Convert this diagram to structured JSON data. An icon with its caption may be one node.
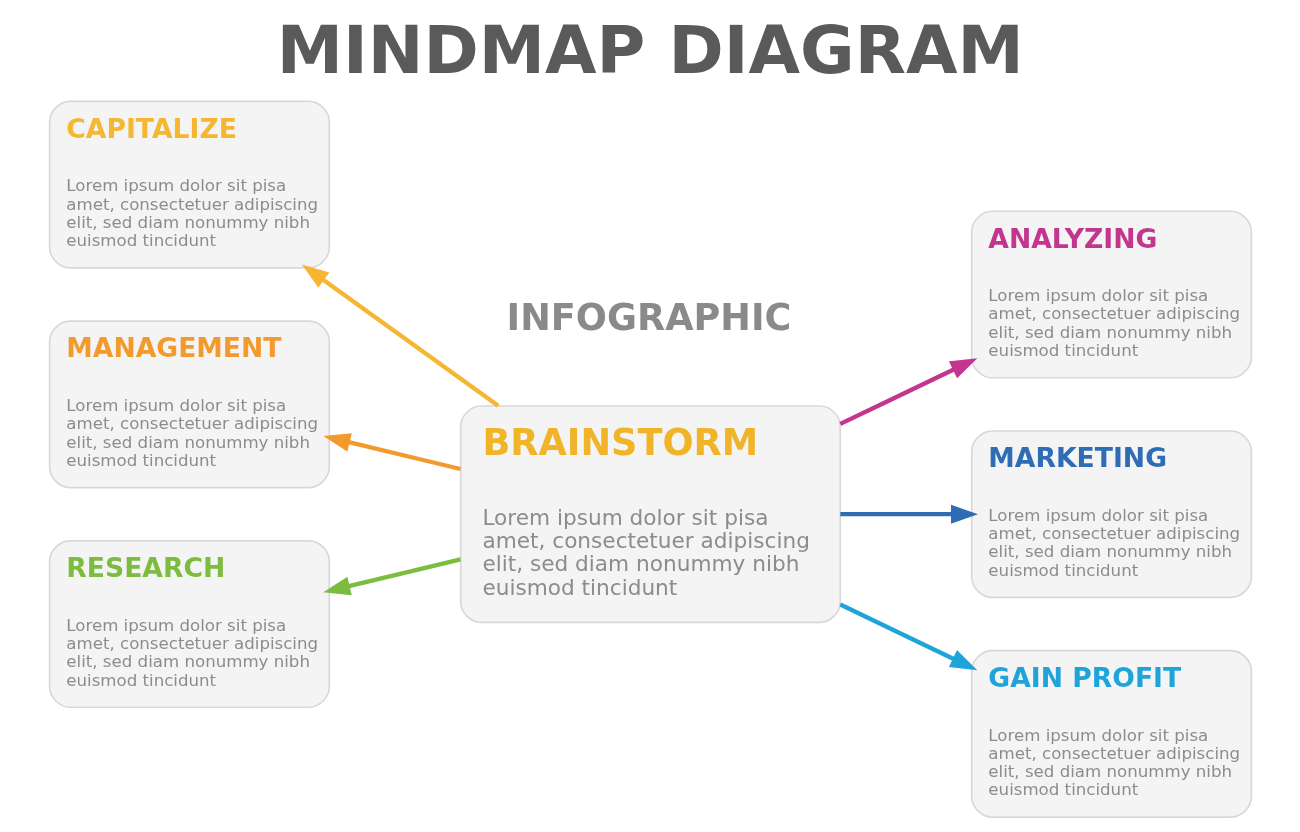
{
  "diagram": {
    "title": "MINDMAP DIAGRAM",
    "nodes": [
      {
        "text": [
          "CAPITALIZE",
          "Lorem ipsum dolor sit pisa amet, consectetuer adipiscing elit, sed diam nonummy nibh euismod tincidunt"
        ]
      },
      {
        "text": [
          "ANALYZING",
          "Lorem ipsum dolor sit pisa amet, consectetuer adipiscing elit, sed diam nonummy nibh euismod tincidunt"
        ]
      },
      {
        "text": [
          "MANAGEMENT",
          "Lorem ipsum dolor sit pisa amet, consectetuer adipiscing elit, sed diam nonummy nibh euismod tincidunt"
        ]
      },
      {
        "text": [
          "BRAINSTORM",
          "Lorem ipsum dolor sit pisa amet, consectetuer adipiscing elit, sed diam nonummy nibh euismod tincidunt"
        ]
      },
      {
        "text": [
          "MARKETING",
          "Lorem ipsum dolor sit pisa amet, consectetuer adipiscing elit, sed diam nonummy nibh euismod tincidunt"
        ]
      },
      {
        "text": [
          "RESEARCH",
          "Lorem ipsum dolor sit pisa amet, consectetuer adipiscing elit, sed diam nonummy nibh euismod tincidunt"
        ]
      },
      {
        "text": [
          "GAIN PROFIT",
          "Lorem ipsum dolor sit pisa amet, consectetuer adipiscing elit, sed diam nonummy nibh euismod tincidunt"
        ]
      }
    ],
    "edges": [
      {
        "from": 3,
        "to": 0,
        "arrow": "to",
        "color": "#f5b731"
      },
      {
        "from": 3,
        "to": 1,
        "arrow": "to",
        "color": "#c2368e"
      },
      {
        "from": 3,
        "to": 2,
        "arrow": "to",
        "color": "#f39a2e"
      },
      {
        "from": 3,
        "to": 4,
        "arrow": "to",
        "color": "#2e6db4"
      },
      {
        "from": 3,
        "to": 5,
        "arrow": "to",
        "color": "#7cbc3e"
      },
      {
        "from": 3,
        "to": 6,
        "arrow": "to",
        "color": "#1fa4d9"
      }
    ],
    "labels": [
      "INFOGRAPHIC"
    ]
  }
}
